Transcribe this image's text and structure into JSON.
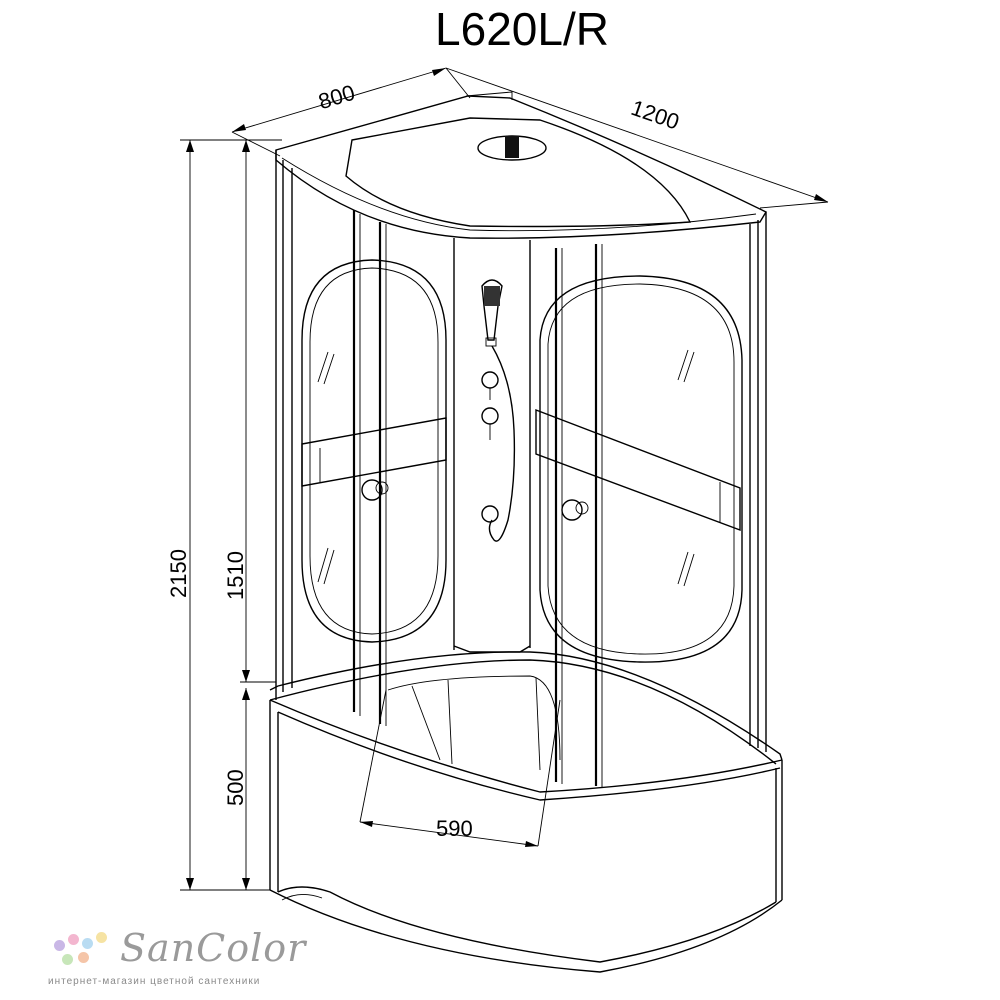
{
  "title": "L620L/R",
  "dimensions": {
    "depth": "800",
    "width": "1200",
    "total_height": "2150",
    "glass_height": "1510",
    "tray_height": "500",
    "door_width": "590"
  },
  "logo": {
    "name": "SanColor",
    "tagline": "интернет-магазин цветной сантехники",
    "dot_colors": [
      "#c9b7e6",
      "#f3b6cf",
      "#b9dcf2",
      "#f6e3a3",
      "#c7e6b9",
      "#f5c5a8"
    ]
  }
}
